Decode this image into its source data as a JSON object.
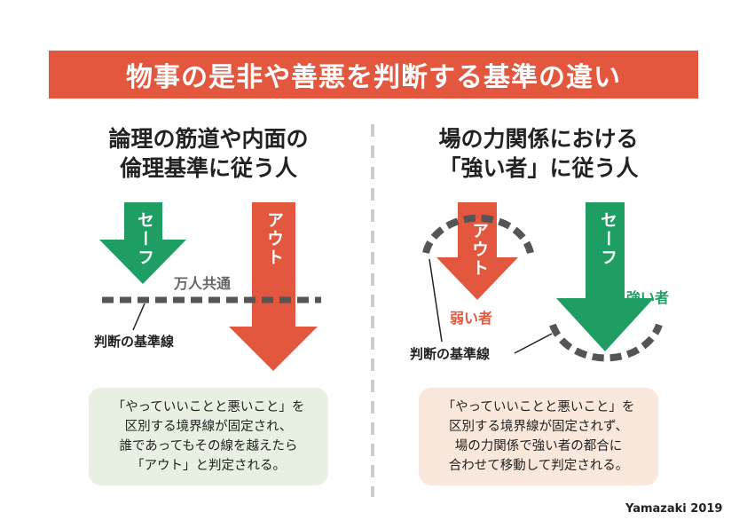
{
  "title": "物事の是非や善悪を判断する基準の違い",
  "left": {
    "heading_line1": "論理の筋道や内面の",
    "heading_line2": "倫理基準に従う人",
    "safe_label": "セーフ",
    "out_label": "アウト",
    "universal_label": "万人共通",
    "line_label": "判断の基準線",
    "desc": [
      "「やっていいことと悪いこと」を",
      "区別する境界線が固定され、",
      "誰であってもその線を越えたら",
      "「アウト」と判定される。"
    ]
  },
  "right": {
    "heading_line1": "場の力関係における",
    "heading_line2": "「強い者」に従う人",
    "out_label": "アウト",
    "safe_label": "セーフ",
    "weak_label": "弱い者",
    "strong_label": "強い者",
    "line_label": "判断の基準線",
    "desc": [
      "「やっていいことと悪いこと」を",
      "区別する境界線が固定されず、",
      "場の力関係で強い者の都合に",
      "合わせて移動して判定される。"
    ]
  },
  "credit": "Yamazaki 2019",
  "colors": {
    "red": "#e2573d",
    "green": "#1e9e62",
    "dashed_line": "#555555",
    "left_box": "#e8f0e3",
    "right_box": "#fbe8dc",
    "divider": "#cccccc"
  }
}
